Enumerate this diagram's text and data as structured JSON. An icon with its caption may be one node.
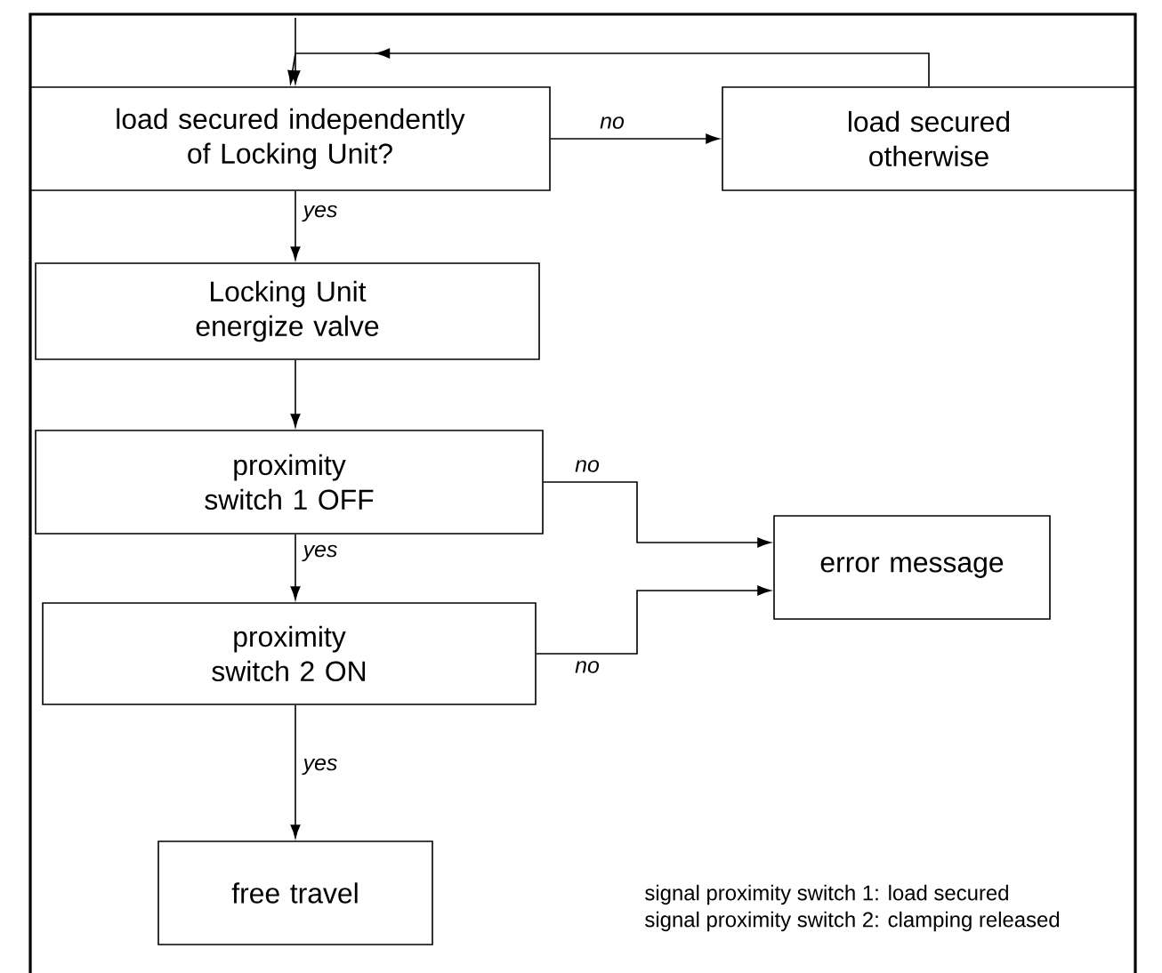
{
  "diagram": {
    "nodes": [
      {
        "text": [
          "load secured independently of Locking Unit?"
        ]
      },
      {
        "text": [
          "load secured otherwise"
        ]
      },
      {
        "text": [
          "Locking Unit energize valve"
        ]
      },
      {
        "text": [
          "proximity switch 1 OFF"
        ]
      },
      {
        "text": [
          "error message"
        ]
      },
      {
        "text": [
          "proximity switch 2 ON"
        ]
      },
      {
        "text": [
          "free travel"
        ]
      }
    ],
    "edges": [
      {
        "from": null,
        "to": 0,
        "arrow": "to"
      },
      {
        "from": 0,
        "to": 1,
        "arrow": "to",
        "label": "no"
      },
      {
        "from": 1,
        "to": 0,
        "arrow": "to"
      },
      {
        "from": 0,
        "to": 2,
        "arrow": "to",
        "label": "yes"
      },
      {
        "from": 2,
        "to": 3,
        "arrow": "to"
      },
      {
        "from": 3,
        "to": 4,
        "arrow": "to",
        "label": "no"
      },
      {
        "from": 3,
        "to": 5,
        "arrow": "to",
        "label": "yes"
      },
      {
        "from": 5,
        "to": 4,
        "arrow": "to",
        "label": "no"
      },
      {
        "from": 5,
        "to": 6,
        "arrow": "to",
        "label": "yes"
      }
    ],
    "labels": [
      "signal proximity switch 1: load secured",
      "signal proximity switch 2: clamping released"
    ]
  }
}
